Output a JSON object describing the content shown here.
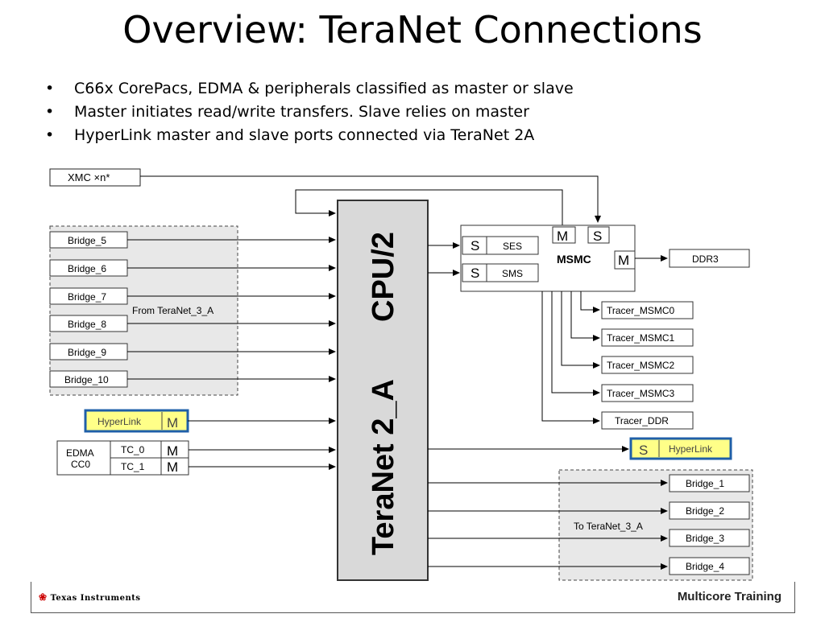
{
  "slide": {
    "title": "Overview: TeraNet Connections",
    "bullets": [
      "C66x CorePacs, EDMA & peripherals classified as master or slave",
      "Master initiates read/write transfers. Slave relies on master",
      "HyperLink master and slave ports connected via TeraNet 2A"
    ]
  },
  "diagram": {
    "xmc_label": "XMC ×n*",
    "teranet_label": "TeraNet 2_A",
    "cpu_label": "CPU/2",
    "from_group_label": "From TeraNet_3_A",
    "to_group_label": "To TeraNet_3_A",
    "left_bridges": [
      "Bridge_5",
      "Bridge_6",
      "Bridge_7",
      "Bridge_8",
      "Bridge_9",
      "Bridge_10"
    ],
    "hyperlink_master": {
      "label": "HyperLink",
      "port": "M"
    },
    "edma": {
      "label_1": "EDMA",
      "label_2": "CC0",
      "tc0": "TC_0",
      "tc1": "TC_1",
      "port": "M"
    },
    "msmc": {
      "label": "MSMC",
      "ses": "SES",
      "sms": "SMS",
      "s_port": "S",
      "m_port": "M"
    },
    "ddr3": "DDR3",
    "tracers": [
      "Tracer_MSMC0",
      "Tracer_MSMC1",
      "Tracer_MSMC2",
      "Tracer_MSMC3",
      "Tracer_DDR"
    ],
    "hyperlink_slave": {
      "label": "HyperLink",
      "port": "S"
    },
    "right_bridges": [
      "Bridge_1",
      "Bridge_2",
      "Bridge_3",
      "Bridge_4"
    ]
  },
  "footer": {
    "company": "Texas Instruments",
    "training": "Multicore Training"
  },
  "colors": {
    "highlight_fill": "#ffff88",
    "highlight_border": "#1f5fa8",
    "group_fill": "#e8e8e8",
    "teranet_fill": "#d9d9d9"
  }
}
